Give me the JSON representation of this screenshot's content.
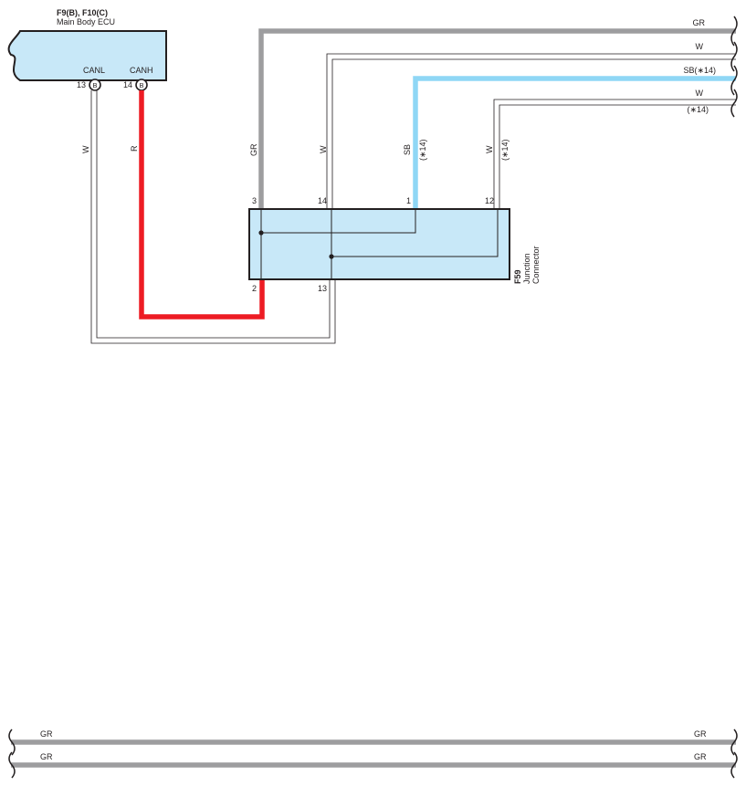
{
  "ecu": {
    "connector_codes": "F9(B), F10(C)",
    "name": "Main Body ECU",
    "pins": [
      {
        "label": "CANL",
        "number": "13",
        "connector": "B"
      },
      {
        "label": "CANH",
        "number": "14",
        "connector": "B"
      }
    ]
  },
  "junction": {
    "code": "F59",
    "name_line1": "Junction",
    "name_line2": "Connector",
    "pins": {
      "p3": "3",
      "p14": "14",
      "p1": "1",
      "p12": "12",
      "p2": "2",
      "p13": "13"
    }
  },
  "wire_labels": {
    "ecu_canl": "W",
    "ecu_canh": "R",
    "j3": "GR",
    "j14": "W",
    "j1": "SB",
    "j1_note": "(∗14)",
    "j12": "W",
    "j12_note": "(∗14)"
  },
  "right_edge_labels": {
    "gr": "GR",
    "w1": "W",
    "sb": "SB(∗14)",
    "w2": "W",
    "note": "(∗14)"
  },
  "bottom_wires": [
    {
      "left_label": "GR",
      "right_label": "GR"
    },
    {
      "left_label": "GR",
      "right_label": "GR"
    }
  ],
  "colors": {
    "gray_wire": "#9d9d9f",
    "red_wire": "#ed1c24",
    "sky_blue_wire": "#8fd7f5",
    "box_fill": "#c8e8f8",
    "outline": "#231f20"
  }
}
